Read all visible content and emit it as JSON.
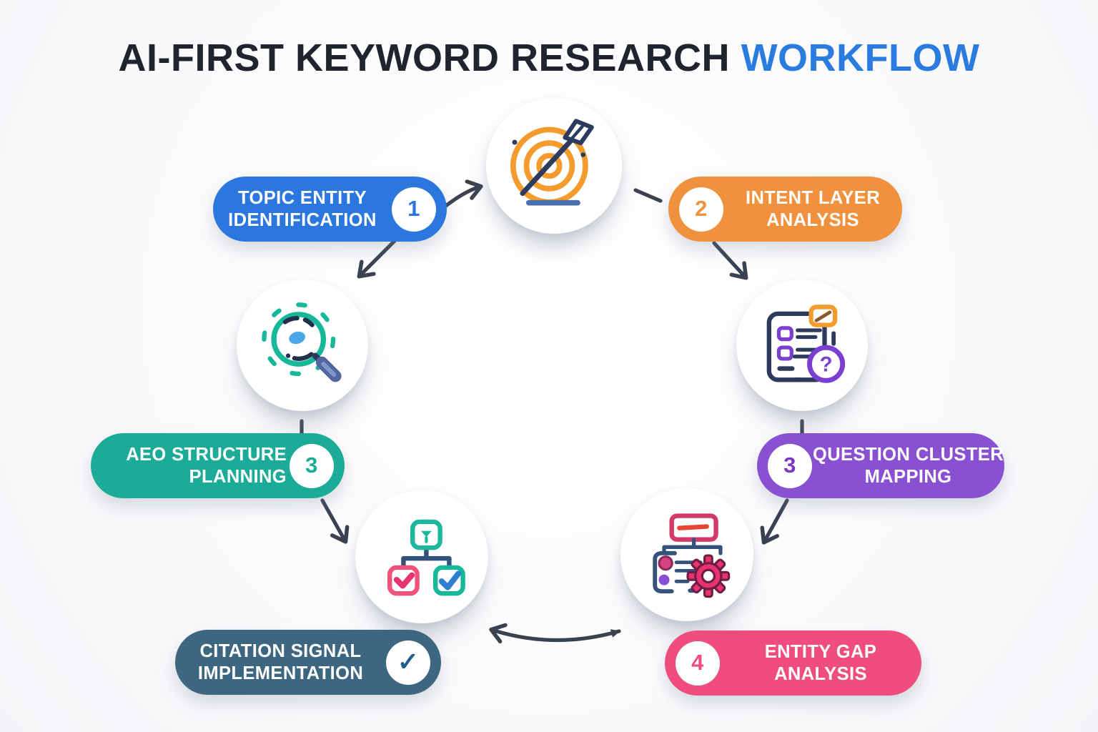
{
  "title": {
    "main": "AI-FIRST KEYWORD RESEARCH",
    "accent": "WORKFLOW"
  },
  "steps": [
    {
      "name": "topic-entity-identification",
      "line1": "TOPIC ENTITY",
      "line2": "IDENTIFICATION",
      "badge": "1",
      "color": "#2b77dd",
      "badge_side": "right"
    },
    {
      "name": "intent-layer-analysis",
      "line1": "INTENT LAYER",
      "line2": "ANALYSIS",
      "badge": "2",
      "color": "#f0923d",
      "badge_side": "left"
    },
    {
      "name": "question-cluster-mapping",
      "line1": "QUESTION CLUSTER",
      "line2": "MAPPING",
      "badge": "3",
      "color": "#8a50d2",
      "badge_side": "left"
    },
    {
      "name": "entity-gap-analysis",
      "line1": "ENTITY GAP",
      "line2": "ANALYSIS",
      "badge": "4",
      "color": "#ee4d7d",
      "badge_side": "left"
    },
    {
      "name": "citation-signal-implementation",
      "line1": "CITATION SIGNAL",
      "line2": "IMPLEMENTATION",
      "badge": "✓",
      "color": "#3d6780",
      "badge_side": "right"
    },
    {
      "name": "aeo-structure-planning",
      "line1": "AEO STRUCTURE",
      "line2": "PLANNING",
      "badge": "3",
      "color": "#1cab96",
      "badge_side": "right"
    }
  ],
  "icons": {
    "question_mark": "?",
    "nodes": [
      "target-arrow-icon",
      "search-scan-icon",
      "checklist-question-icon",
      "flowchart-gear-icon",
      "hierarchy-checks-icon"
    ]
  },
  "colors": {
    "title_accent": "#2b7ce0",
    "arrow": "#3a4252",
    "blue": "#2b77dd",
    "orange": "#f0923d",
    "purple": "#8a50d2",
    "pink": "#ee4d7d",
    "slate": "#3d6780",
    "teal": "#1cab96",
    "background": "#fbfbfd"
  }
}
